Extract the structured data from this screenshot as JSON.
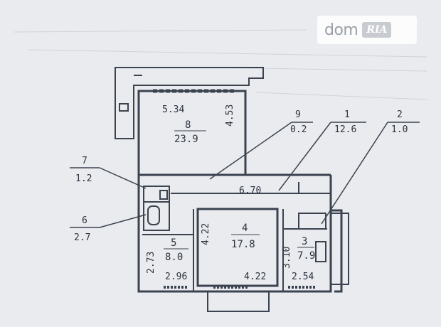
{
  "watermark": {
    "brand": "dom",
    "badge": "RIA"
  },
  "rooms": [
    {
      "id": "1",
      "area": "12.6"
    },
    {
      "id": "2",
      "area": "1.0"
    },
    {
      "id": "3",
      "area": "7.9"
    },
    {
      "id": "4",
      "area": "17.8"
    },
    {
      "id": "5",
      "area": "8.0"
    },
    {
      "id": "6",
      "area": "2.7"
    },
    {
      "id": "7",
      "area": "1.2"
    },
    {
      "id": "8",
      "area": "23.9"
    },
    {
      "id": "9",
      "area": "0.2"
    }
  ],
  "dimensions": {
    "room8_width": "5.34",
    "room8_height": "4.53",
    "corridor_length": "6.70",
    "room4_left": "4.22",
    "room4_bottom": "4.22",
    "room5_height": "2.73",
    "room5_width": "2.96",
    "room3_height": "3.10",
    "room3_width": "2.54"
  }
}
